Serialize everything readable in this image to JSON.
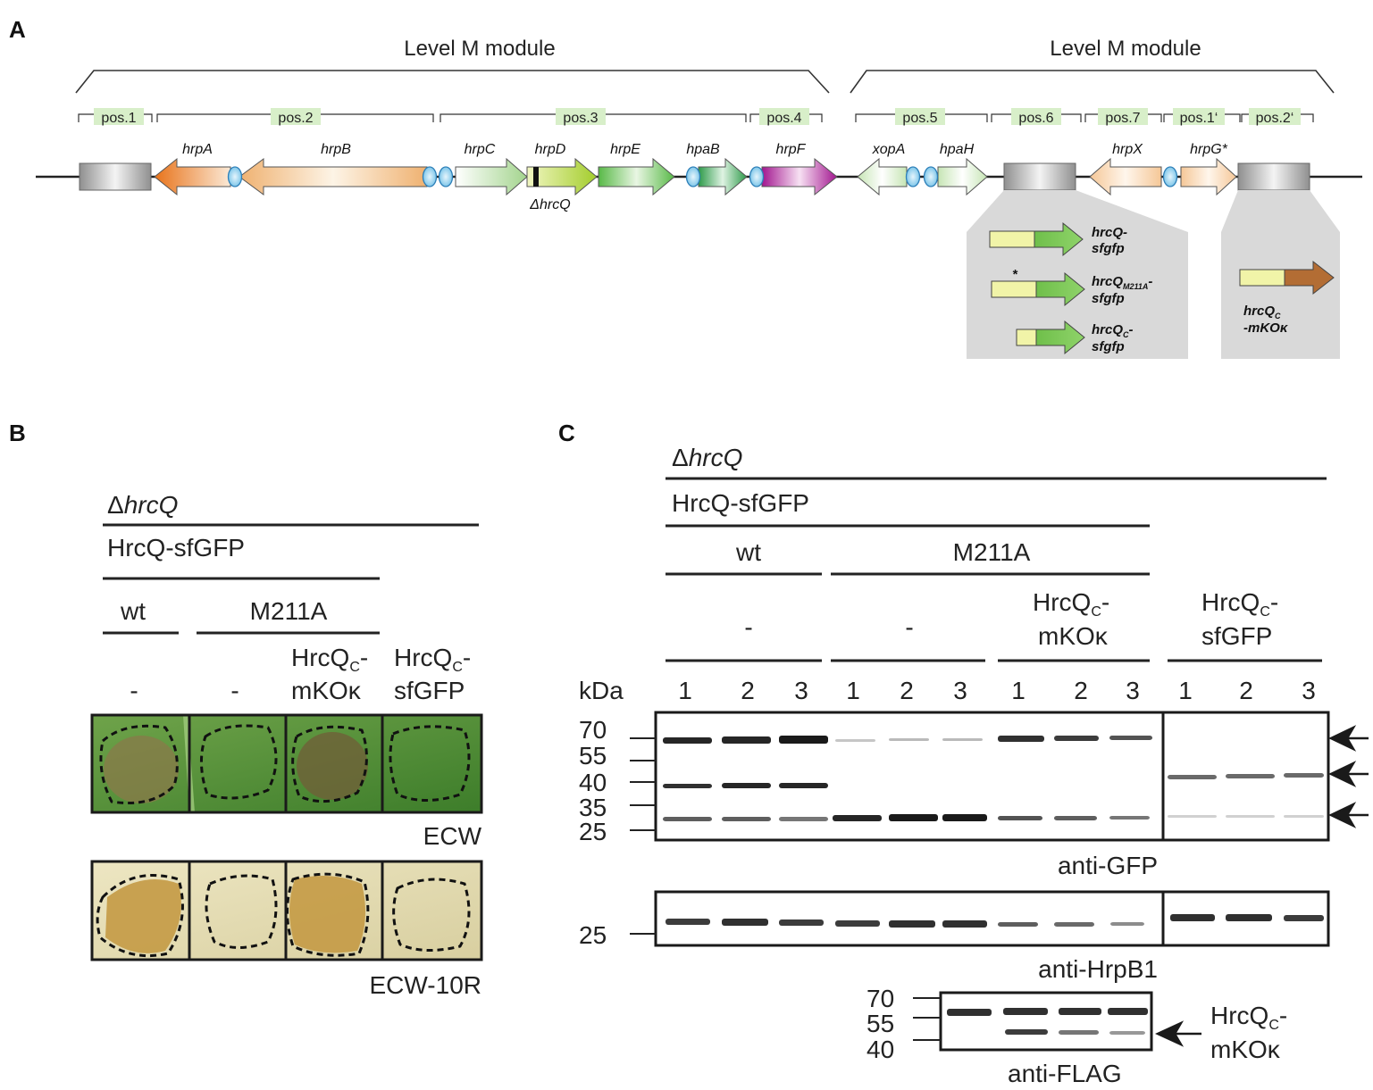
{
  "panels": {
    "a": "A",
    "b": "B",
    "c": "C"
  },
  "panel_a": {
    "module_label_1": "Level M module",
    "module_label_2": "Level M module",
    "positions": [
      "pos.1",
      "pos.2",
      "pos.3",
      "pos.4",
      "pos.5",
      "pos.6",
      "pos.7",
      "pos.1‘",
      "pos.2‘"
    ],
    "genes": [
      "hrpA",
      "hrpB",
      "hrpC",
      "hrpD",
      "hrpE",
      "hpaB",
      "hrpF",
      "xopA",
      "hpaH",
      "hrpX",
      "hrpG*"
    ],
    "deletion": "ΔhrcQ",
    "inserts": {
      "i1a": "hrcQ-",
      "i1b": "sfgfp",
      "star": "*",
      "i2a": "hrcQ",
      "i2sub": "M211A",
      "i2c": "-",
      "i2b": "sfgfp",
      "i3a": "hrcQ",
      "i3sub": "C",
      "i3c": "-",
      "i3b": "sfgfp",
      "i4a": "hrcQ",
      "i4sub": "C",
      "i4b": "-mKOκ"
    },
    "colors": {
      "hrpA": "#e8731a",
      "hrpF": "#a2168f",
      "hpaB": "#2e9a4a",
      "hrpE": "#58b947",
      "hrcQ_tag": "#f1f4a8",
      "mKO": "#b36d34"
    }
  },
  "panel_b": {
    "delta": "Δ",
    "delta_gene": "hrcQ",
    "construct": "HrcQ-sfGFP",
    "wt": "wt",
    "mutant": "M211A",
    "dash": "-",
    "col3_a": "HrcQ",
    "col3_sub": "C",
    "col3_b": "-",
    "col3_c": "mKOκ",
    "col4_a": "HrcQ",
    "col4_sub": "C",
    "col4_b": "-",
    "col4_c": "sfGFP",
    "plant_1": "ECW",
    "plant_2": "ECW-10R"
  },
  "panel_c": {
    "delta": "Δ",
    "delta_gene": "hrcQ",
    "construct": "HrcQ-sfGFP",
    "wt": "wt",
    "mutant": "M211A",
    "dash": "-",
    "g3_a": "HrcQ",
    "g3_sub": "C",
    "g3_b": "-",
    "g3_c": "mKOκ",
    "g4_a": "HrcQ",
    "g4_sub": "C",
    "g4_b": "-",
    "g4_c": "sfGFP",
    "kda": "kDa",
    "lanes": [
      "1",
      "2",
      "3",
      "1",
      "2",
      "3",
      "1",
      "2",
      "3",
      "1",
      "2",
      "3"
    ],
    "gfp_markers": [
      "70",
      "55",
      "40",
      "35",
      "25"
    ],
    "hrpb1_marker": "25",
    "flag_markers": [
      "70",
      "55",
      "40"
    ],
    "blot_gfp": "anti-GFP",
    "blot_hrpb1": "anti-HrpB1",
    "blot_flag": "anti-FLAG",
    "flag_arrow_a": "HrcQ",
    "flag_arrow_sub": "C",
    "flag_arrow_b": "-",
    "flag_arrow_c": "mKOκ"
  }
}
